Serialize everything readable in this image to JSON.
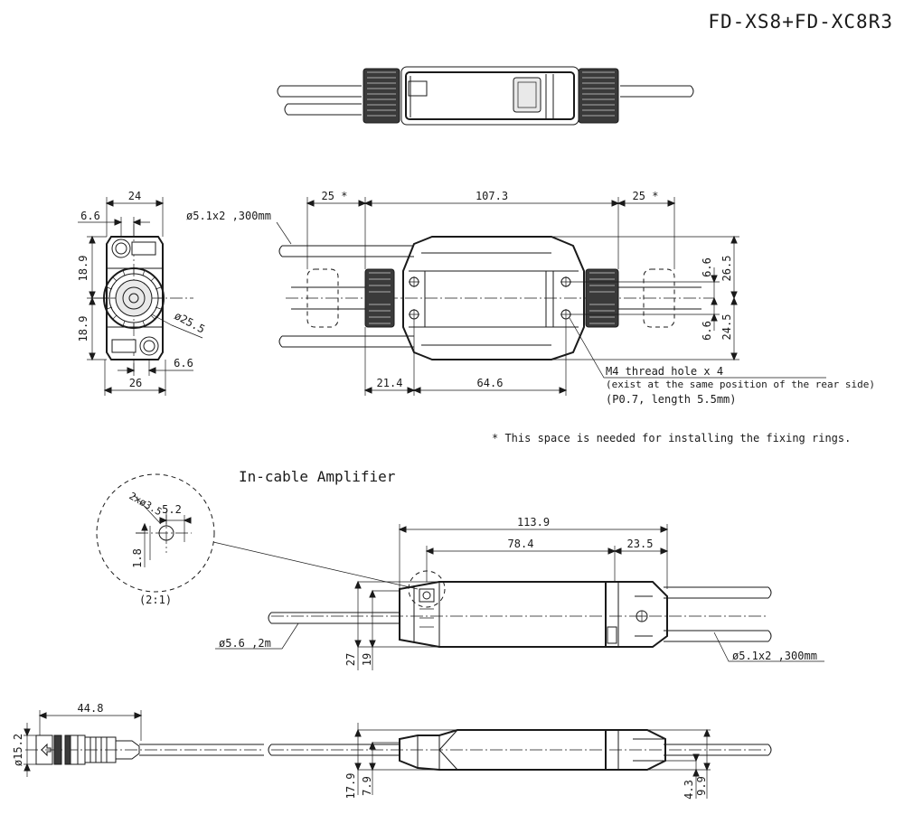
{
  "title": "FD-XS8+FD-XC8R3",
  "note_space": "* This space is needed for installing the fixing rings.",
  "amplifier_title": "In-cable Amplifier",
  "scale_label": "(2:1)",
  "thread_note": {
    "line1": "M4 thread hole x 4",
    "line2": "(exist at the same position of the rear side)",
    "line3": "(P0.7, length 5.5mm)"
  },
  "dims": {
    "front": {
      "top_width": "24",
      "upper_offset": "6.6",
      "upper_half": "18.9",
      "lower_half": "18.9",
      "diameter": "ø25.5",
      "lower_offset": "6.6",
      "bottom_width": "26"
    },
    "side": {
      "cable_label": "ø5.1x2 ,300mm",
      "left_space": "25 *",
      "length": "107.3",
      "right_space": "25 *",
      "right_top_small": "6.6",
      "right_top": "26.5",
      "right_bottom_small": "6.6",
      "right_bottom": "24.5",
      "bottom_left": "21.4",
      "bottom_pitch": "64.6"
    },
    "detail": {
      "holes": "2xø3.5",
      "offset_x": "5.2",
      "offset_y": "1.8"
    },
    "amp": {
      "overall": "113.9",
      "body": "78.4",
      "head": "23.5",
      "height": "27",
      "center": "19",
      "cable_left": "ø5.6 ,2m",
      "cable_right": "ø5.1x2 ,300mm"
    },
    "connector": {
      "length": "44.8",
      "diameter": "ø15.2"
    },
    "amp_side": {
      "height": "17.9",
      "center": "7.9",
      "right_small": "4.3",
      "right_height": "9.9"
    }
  }
}
